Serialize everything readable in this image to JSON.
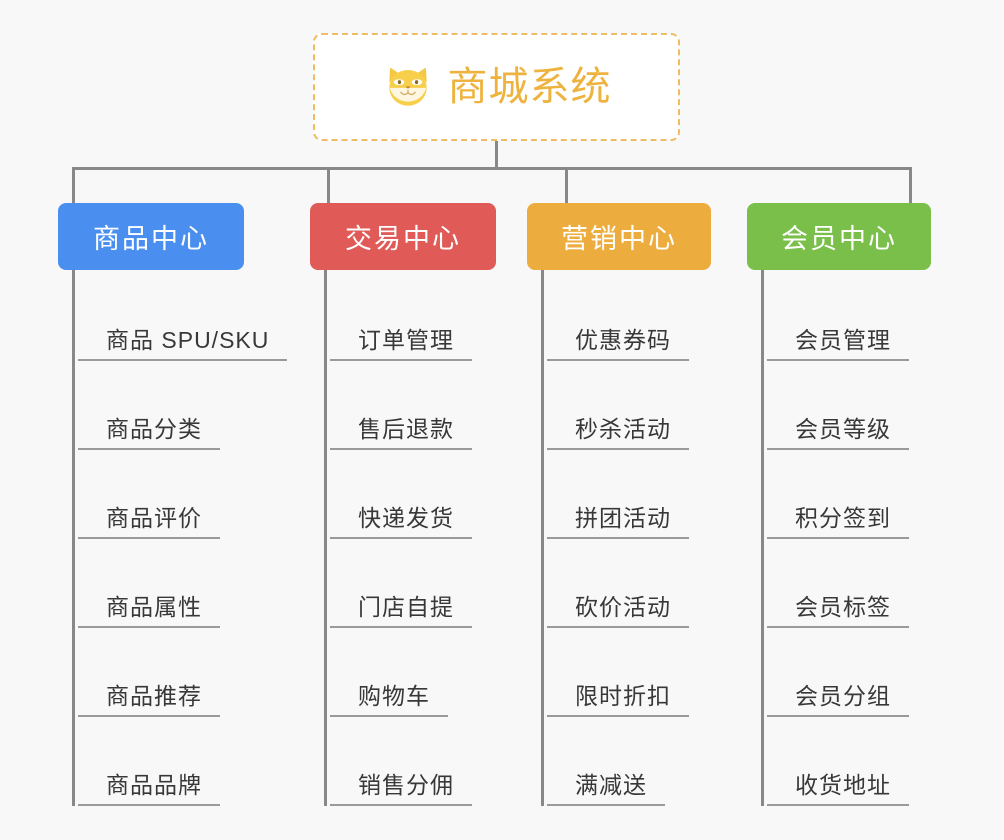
{
  "background_color": "#f8f8f8",
  "root": {
    "icon": "shiba-dog-face-icon",
    "title": "商城系统",
    "border_color": "#edbc64",
    "text_color": "#eeb33f",
    "background": "#ffffff"
  },
  "connector_color": "#888888",
  "columns": [
    {
      "title": "商品中心",
      "color": "#4a8ff0",
      "items": [
        "商品 SPU/SKU",
        "商品分类",
        "商品评价",
        "商品属性",
        "商品推荐",
        "商品品牌"
      ]
    },
    {
      "title": "交易中心",
      "color": "#e05a57",
      "items": [
        "订单管理",
        "售后退款",
        "快递发货",
        "门店自提",
        "购物车",
        "销售分佣"
      ]
    },
    {
      "title": "营销中心",
      "color": "#edad3e",
      "items": [
        "优惠券码",
        "秒杀活动",
        "拼团活动",
        "砍价活动",
        "限时折扣",
        "满减送"
      ]
    },
    {
      "title": "会员中心",
      "color": "#79bf4a",
      "items": [
        "会员管理",
        "会员等级",
        "积分签到",
        "会员标签",
        "会员分组",
        "收货地址"
      ]
    }
  ]
}
